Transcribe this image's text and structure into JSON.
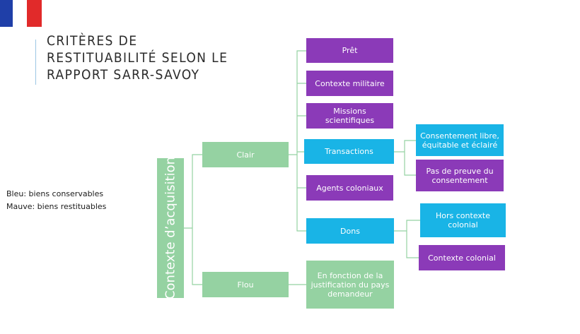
{
  "title": "Critères de\nrestituabilité selon le\nrapport Sarr-Savoy",
  "legend": {
    "line1": "Bleu: biens conservables",
    "line2": "Mauve: biens restituables"
  },
  "colors": {
    "purple": "#8b3ab8",
    "blue": "#19b4e6",
    "green": "#95d2a2",
    "line": "#95d2a2"
  },
  "diagram": {
    "root": "Contexte d’acquisition",
    "clair": "Clair",
    "flou": "Flou",
    "clair_children": {
      "pret": "Prêt",
      "militaire": "Contexte militaire",
      "missions": "Missions scientifiques",
      "transactions": "Transactions",
      "agents": "Agents coloniaux",
      "dons": "Dons"
    },
    "transactions_children": {
      "consentement": "Consentement libre, équitable et éclairé",
      "pas_preuve": "Pas de preuve du consentement"
    },
    "dons_children": {
      "hors_contexte": "Hors contexte colonial",
      "contexte": "Contexte colonial"
    },
    "flou_child": "En fonction de la justification du pays demandeur"
  }
}
